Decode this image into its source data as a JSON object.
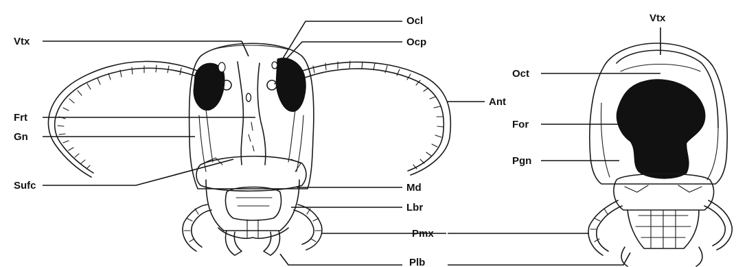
{
  "left_view": {
    "labels": {
      "vtx": "Vtx",
      "ocl": "Ocl",
      "ocp": "Ocp",
      "frt": "Frt",
      "gn": "Gn",
      "sufc": "Sufc",
      "ant": "Ant",
      "md": "Md",
      "lbr": "Lbr",
      "pmx": "Pmx",
      "plb": "Plb"
    }
  },
  "right_view": {
    "labels": {
      "vtx": "Vtx",
      "oct": "Oct",
      "for": "For",
      "pgn": "Pgn"
    }
  }
}
